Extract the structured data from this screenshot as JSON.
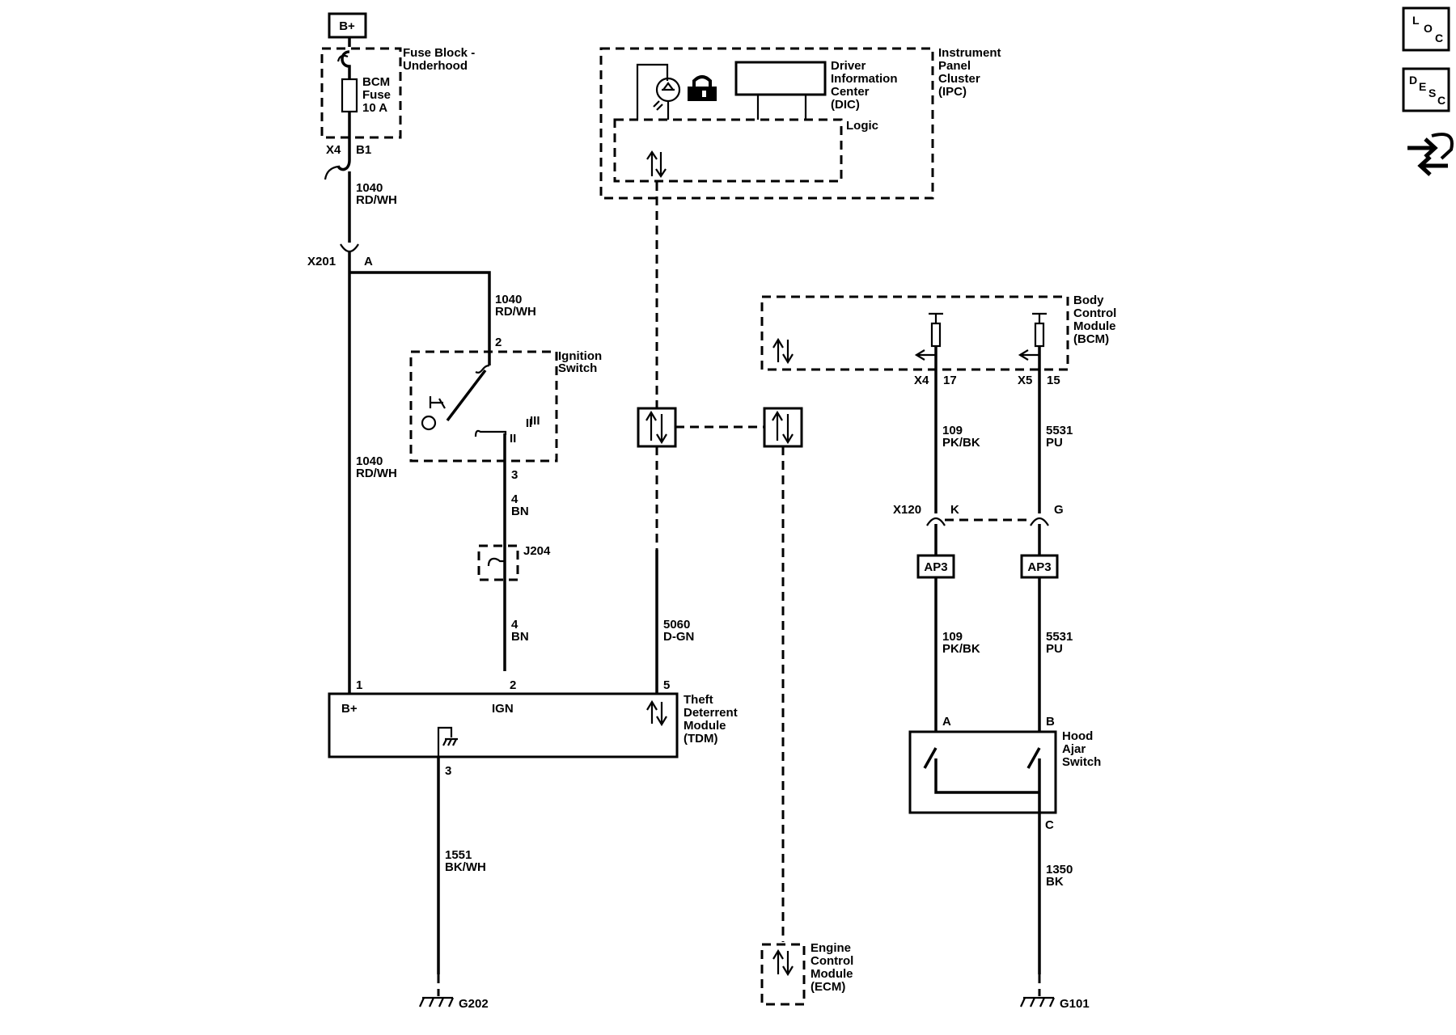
{
  "fuse_block": {
    "power_label": "B+",
    "name": [
      "Fuse Block -",
      "Underhood"
    ],
    "fuse": [
      "BCM",
      "Fuse",
      "10 A"
    ],
    "connector": "X4",
    "pin": "B1"
  },
  "wire_1040_top": [
    "1040",
    "RD/WH"
  ],
  "x201": {
    "name": "X201",
    "pin": "A"
  },
  "wire_1040_right": [
    "1040",
    "RD/WH"
  ],
  "wire_1040_left": [
    "1040",
    "RD/WH"
  ],
  "ignition_switch": {
    "name": [
      "Ignition",
      "Switch"
    ],
    "pin_in": "2",
    "pin_out": "3",
    "pos_ii": "II",
    "pos_iii": "III"
  },
  "wire_4_upper": [
    "4",
    "BN"
  ],
  "splice": "J204",
  "wire_4_lower": [
    "4",
    "BN"
  ],
  "wire_5060": [
    "5060",
    "D-GN"
  ],
  "tdm": {
    "name": [
      "Theft",
      "Deterrent",
      "Module",
      "(TDM)"
    ],
    "pin_bplus": "1",
    "pin_ign": "2",
    "pin_data": "5",
    "pin_gnd": "3",
    "label_bplus": "B+",
    "label_ign": "IGN"
  },
  "wire_1551": [
    "1551",
    "BK/WH"
  ],
  "ground_g202": "G202",
  "ipc": {
    "name": [
      "Instrument",
      "Panel",
      "Cluster",
      "(IPC)"
    ],
    "dic": [
      "Driver",
      "Information",
      "Center",
      "(DIC)"
    ],
    "logic": "Logic"
  },
  "bcm": {
    "name": [
      "Body",
      "Control",
      "Module",
      "(BCM)"
    ],
    "conn_left": "X4",
    "pin_left": "17",
    "conn_right": "X5",
    "pin_right": "15"
  },
  "wire_109_upper": [
    "109",
    "PK/BK"
  ],
  "wire_5531_upper": [
    "5531",
    "PU"
  ],
  "x120": {
    "name": "X120",
    "pin_k": "K",
    "pin_g": "G"
  },
  "ap3_left": "AP3",
  "ap3_right": "AP3",
  "wire_109_lower": [
    "109",
    "PK/BK"
  ],
  "wire_5531_lower": [
    "5531",
    "PU"
  ],
  "hood_ajar": {
    "name": [
      "Hood",
      "Ajar",
      "Switch"
    ],
    "pin_a": "A",
    "pin_b": "B",
    "pin_c": "C"
  },
  "wire_1350": [
    "1350",
    "BK"
  ],
  "ground_g101": "G101",
  "ecm": {
    "name": [
      "Engine",
      "Control",
      "Module",
      "(ECM)"
    ]
  },
  "side_icons": {
    "loc": [
      "L",
      "O",
      "C"
    ],
    "desc": [
      "D",
      "E",
      "S",
      "C"
    ],
    "nav_icon": "connector-arrows-icon"
  }
}
